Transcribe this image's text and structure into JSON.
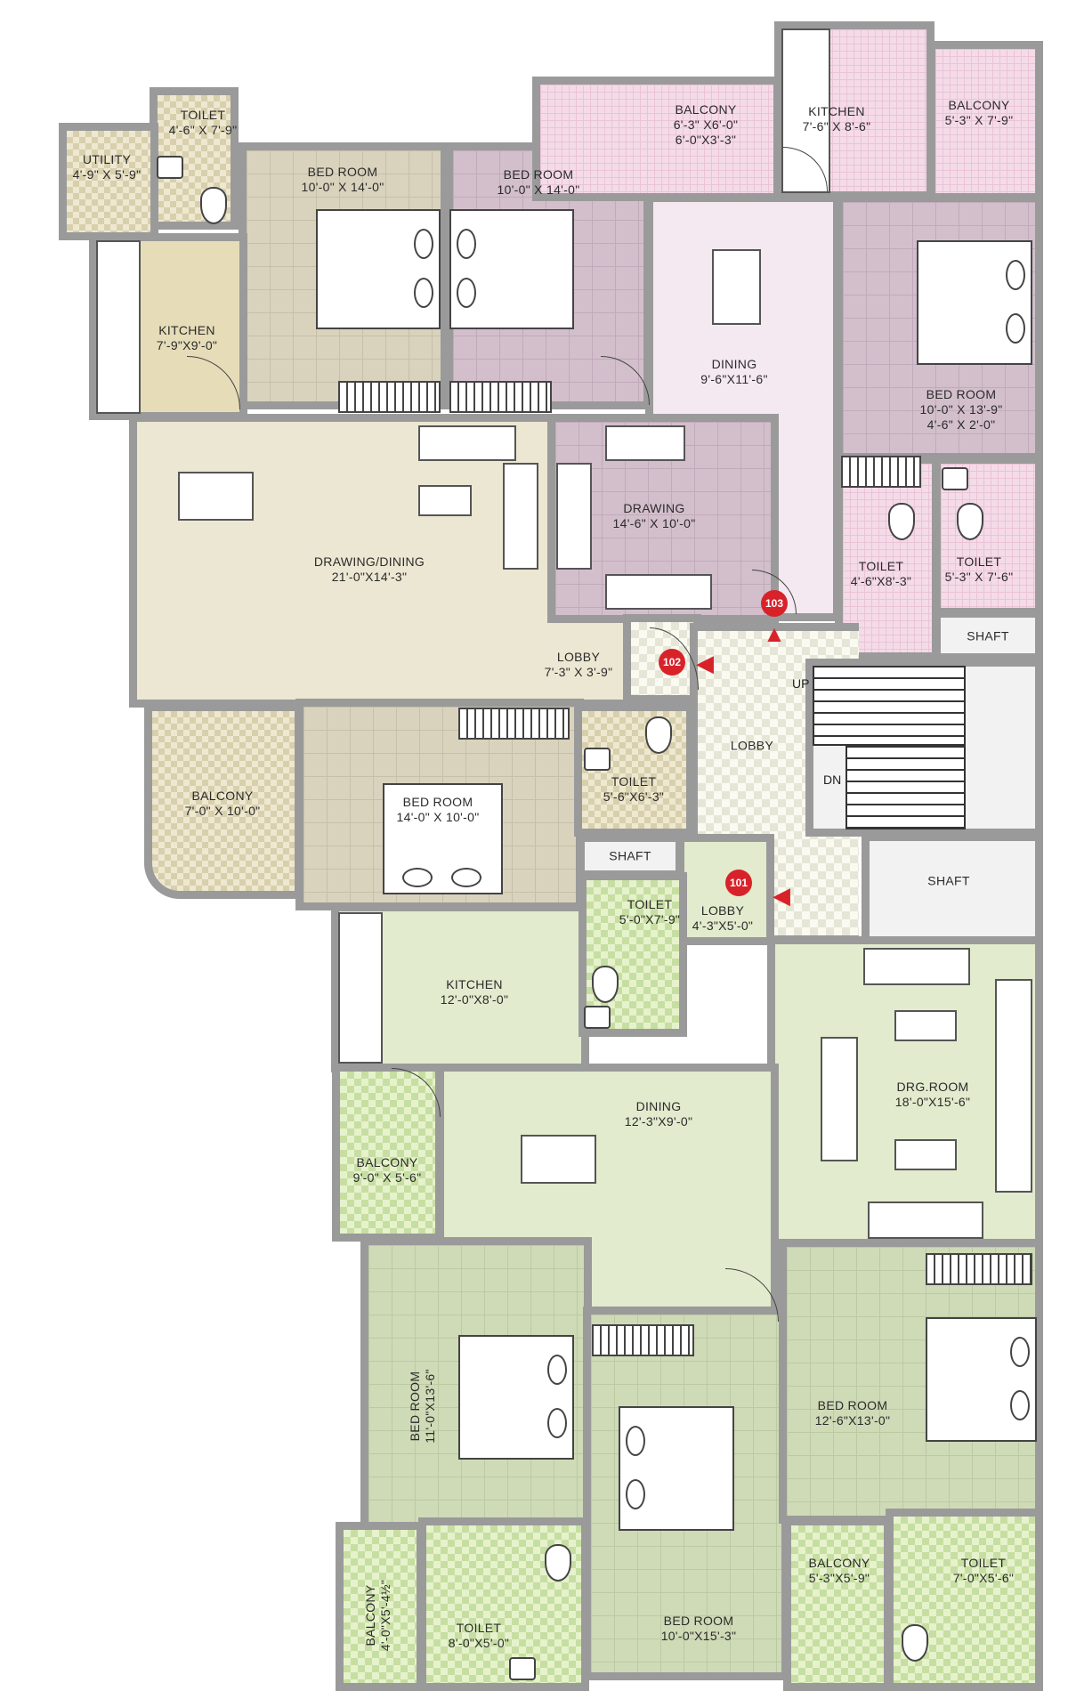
{
  "rooms": {
    "toilet_tl": {
      "name": "TOILET",
      "size": "4'-6\" X 7'-9\""
    },
    "utility": {
      "name": "UTILITY",
      "size": "4'-9\" X 5'-9\""
    },
    "bed_tl": {
      "name": "BED ROOM",
      "size": "10'-0\" X 14'-0\""
    },
    "bed_tc": {
      "name": "BED ROOM",
      "size": "10'-0\" X 14'-0\""
    },
    "balcony_tc": {
      "name": "BALCONY",
      "size": "6'-3\" X6'-0\"",
      "size2": "6'-0\"X3'-3\""
    },
    "kitchen_tr": {
      "name": "KITCHEN",
      "size": "7'-6\" X 8'-6\""
    },
    "balcony_tr": {
      "name": "BALCONY",
      "size": "5'-3\" X 7'-9\""
    },
    "kitchen_l": {
      "name": "KITCHEN",
      "size": "7'-9\"X9'-0\""
    },
    "dining_r": {
      "name": "DINING",
      "size": "9'-6\"X11'-6\""
    },
    "bed_r": {
      "name": "BED ROOM",
      "size": "10'-0\" X 13'-9\"",
      "size2": "4'-6\" X 2'-0\""
    },
    "drawing_dining": {
      "name": "DRAWING/DINING",
      "size": "21'-0\"X14'-3\""
    },
    "drawing_c": {
      "name": "DRAWING",
      "size": "14'-6\" X 10'-0\""
    },
    "toilet_r1": {
      "name": "TOILET",
      "size": "4'-6\"X8'-3\""
    },
    "toilet_r2": {
      "name": "TOILET",
      "size": "5'-3\" X 7'-6\""
    },
    "shaft_r": {
      "name": "SHAFT"
    },
    "lobby_102": {
      "name": "LOBBY",
      "size": "7'-3\" X 3'-9\""
    },
    "lobby_main": {
      "name": "LOBBY"
    },
    "balcony_l": {
      "name": "BALCONY",
      "size": "7'-0\" X 10'-0\""
    },
    "bed_ml": {
      "name": "BED ROOM",
      "size": "14'-0\" X 10'-0\""
    },
    "toilet_m": {
      "name": "TOILET",
      "size": "5'-6\"X6'-3\""
    },
    "shaft_m": {
      "name": "SHAFT"
    },
    "shaft_big": {
      "name": "SHAFT"
    },
    "lobby_101": {
      "name": "LOBBY",
      "size": "4'-3\"X5'-0\""
    },
    "kitchen_ml": {
      "name": "KITCHEN",
      "size": "12'-0\"X8'-0\""
    },
    "toilet_ml": {
      "name": "TOILET",
      "size": "5'-0\"X7'-9\""
    },
    "drg_room": {
      "name": "DRG.ROOM",
      "size": "18'-0\"X15'-6\""
    },
    "dining_l": {
      "name": "DINING",
      "size": "12'-3\"X9'-0\""
    },
    "balcony_ml": {
      "name": "BALCONY",
      "size": "9'-0\" X 5'-6\""
    },
    "bed_bl": {
      "name": "BED ROOM",
      "size": "11'-0\"X13'-6\""
    },
    "bed_br": {
      "name": "BED ROOM",
      "size": "12'-6\"X13'-0\""
    },
    "bed_bc": {
      "name": "BED ROOM",
      "size": "10'-0\"X15'-3\""
    },
    "balcony_bl": {
      "name": "BALCONY",
      "size": "4'-0\"X5'-4½\""
    },
    "toilet_bl": {
      "name": "TOILET",
      "size": "8'-0\"X5'-0\""
    },
    "balcony_br": {
      "name": "BALCONY",
      "size": "5'-3\"X5'-9\""
    },
    "toilet_br": {
      "name": "TOILET",
      "size": "7'-0\"X5'-6\""
    }
  },
  "markers": {
    "m101": "101",
    "m102": "102",
    "m103": "103"
  },
  "stairs": {
    "up": "UP",
    "down": "DN"
  },
  "colors": {
    "marker": "#d8222a",
    "wall": "#9a9a9a"
  }
}
